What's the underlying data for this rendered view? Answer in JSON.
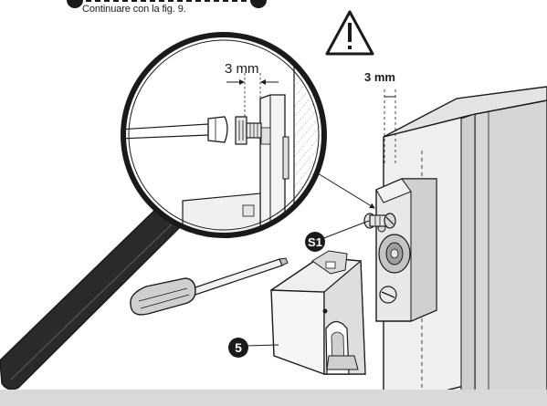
{
  "caption": "Continuare con la fig. 9.",
  "magnifier_dimension": "3 mm",
  "device_dimension": "3 mm",
  "label_s1": "S1",
  "label_5": "5",
  "icons": {
    "warning": "warning-triangle-icon",
    "magnifier": "magnifying-glass-icon",
    "screwdriver": "screwdriver-icon"
  },
  "colors": {
    "line": "#1a1a1a",
    "fill_light": "#efefef",
    "fill_mid": "#d6d6d6",
    "fill_dark": "#b8b8b8",
    "bottom_bar": "#d9d9d9"
  }
}
